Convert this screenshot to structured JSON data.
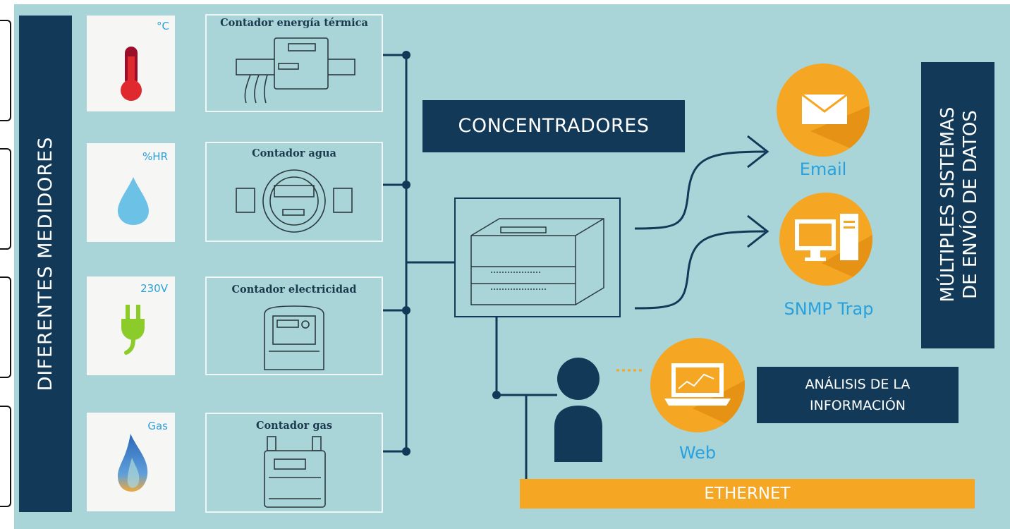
{
  "left_banner": "DIFERENTES MEDIDORES",
  "right_banner": [
    "MÚLTIPLES SISTEMAS",
    "DE ENVÍO DE DATOS"
  ],
  "sensors": [
    {
      "unit": "°C",
      "icon": "thermometer-icon",
      "meter": "Contador energía térmica"
    },
    {
      "unit": "%HR",
      "icon": "water-drop-icon",
      "meter": "Contador agua"
    },
    {
      "unit": "230V",
      "icon": "electric-plug-icon",
      "meter": "Contador electricidad"
    },
    {
      "unit": "Gas",
      "icon": "gas-flame-icon",
      "meter": "Contador gas"
    }
  ],
  "concentradores": "CONCENTRADORES",
  "outputs": {
    "email": "Email",
    "snmp": "SNMP Trap",
    "web": "Web"
  },
  "analisis": [
    "ANÁLISIS DE LA",
    "INFORMACIÓN"
  ],
  "ethernet": "ETHERNET",
  "colors": {
    "background": "#a9d5d8",
    "navy": "#123a58",
    "orange": "#f5a623",
    "blue_text": "#2aa0dc"
  }
}
